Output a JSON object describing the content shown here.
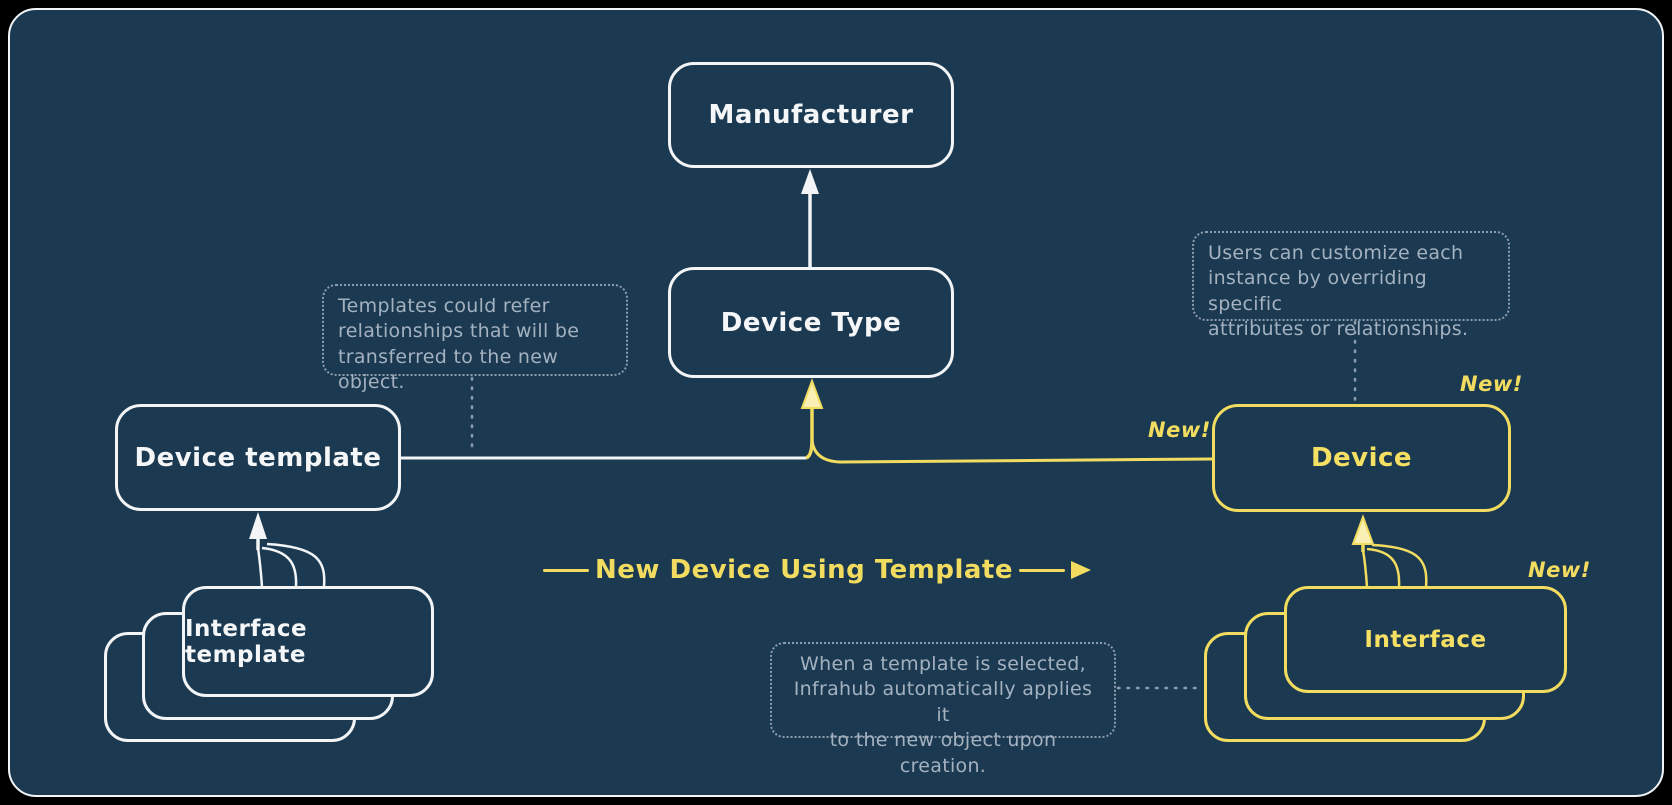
{
  "colors": {
    "background": "#000000",
    "canvas": "#1b3a52",
    "white_stroke": "#f2f4f6",
    "yellow_accent": "#f2dc5f",
    "note_text": "#a4b1bf",
    "note_border": "#8e9cab"
  },
  "nodes": {
    "manufacturer": {
      "label": "Manufacturer"
    },
    "device_type": {
      "label": "Device Type"
    },
    "device_template": {
      "label": "Device template"
    },
    "interface_template": {
      "label": "Interface template"
    },
    "device": {
      "label": "Device"
    },
    "interface": {
      "label": "Interface"
    }
  },
  "badges": {
    "device_line": "New!",
    "device_corner": "New!",
    "interface_corner": "New!"
  },
  "annotations": {
    "templates_note": {
      "lines": [
        "Templates could refer",
        "relationships that will be",
        "transferred to the new object."
      ]
    },
    "customize_note": {
      "lines": [
        "Users can customize each",
        "instance by overriding specific",
        "attributes or relationships."
      ]
    },
    "apply_note": {
      "lines": [
        "When a template is selected,",
        "Infrahub automatically applies it",
        "to the new object upon creation."
      ]
    }
  },
  "flow": {
    "label": "New Device Using Template"
  }
}
